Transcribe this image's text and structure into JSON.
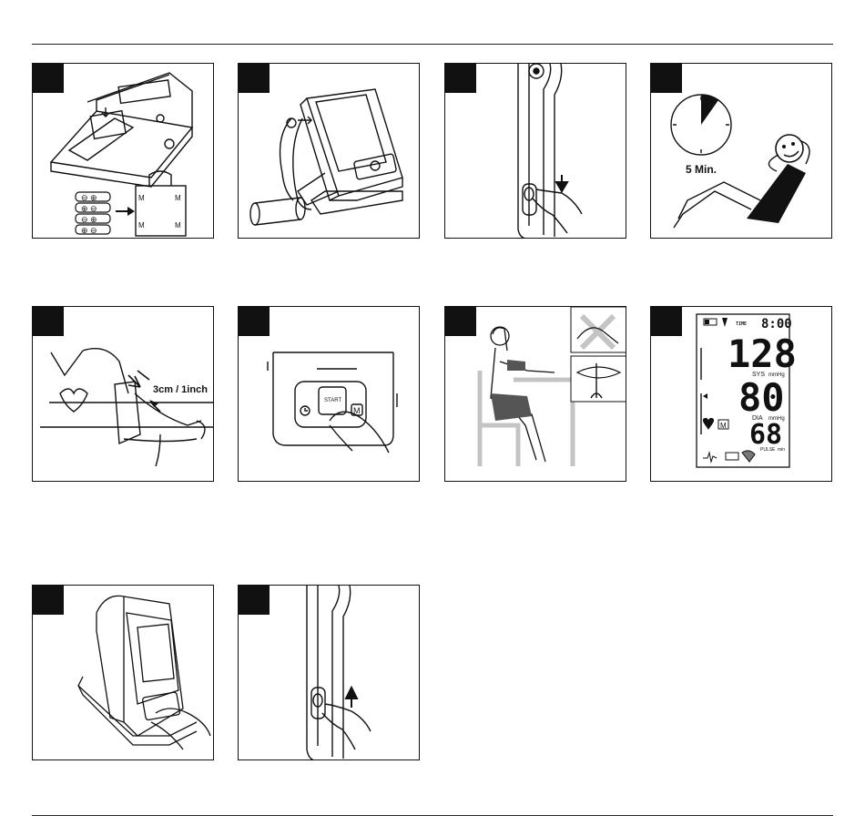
{
  "panels": {
    "p4": {
      "timer_label": "5 Min."
    },
    "p5": {
      "distance_label": "3cm / 1inch"
    },
    "p6": {
      "start_label": "START",
      "m_label": "M"
    },
    "p8": {
      "time": "8:00",
      "time_tag": "TIME",
      "sys_value": "128",
      "sys_label": "SYS",
      "sys_unit": "mmHg",
      "dia_value": "80",
      "dia_label": "DIA",
      "dia_unit": "mmHg",
      "pulse_value": "68",
      "pulse_label": "PULSE",
      "pulse_unit": "min",
      "m_label": "M"
    }
  }
}
